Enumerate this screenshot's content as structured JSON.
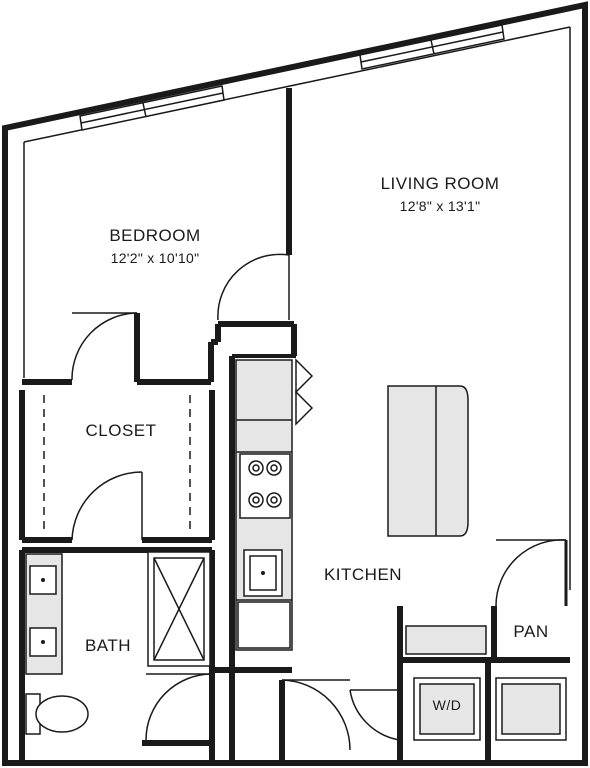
{
  "rooms": {
    "bedroom": {
      "name": "BEDROOM",
      "dims": "12'2\" x 10'10\""
    },
    "living_room": {
      "name": "LIVING ROOM",
      "dims": "12'8\" x 13'1\""
    },
    "closet": {
      "name": "CLOSET"
    },
    "kitchen": {
      "name": "KITCHEN"
    },
    "bath": {
      "name": "BATH"
    },
    "pantry": {
      "name": "PAN"
    },
    "laundry": {
      "name": "W/D"
    }
  },
  "colors": {
    "wall": "#1a1a1a",
    "fixture": "#e6e6e6",
    "background": "#ffffff"
  }
}
